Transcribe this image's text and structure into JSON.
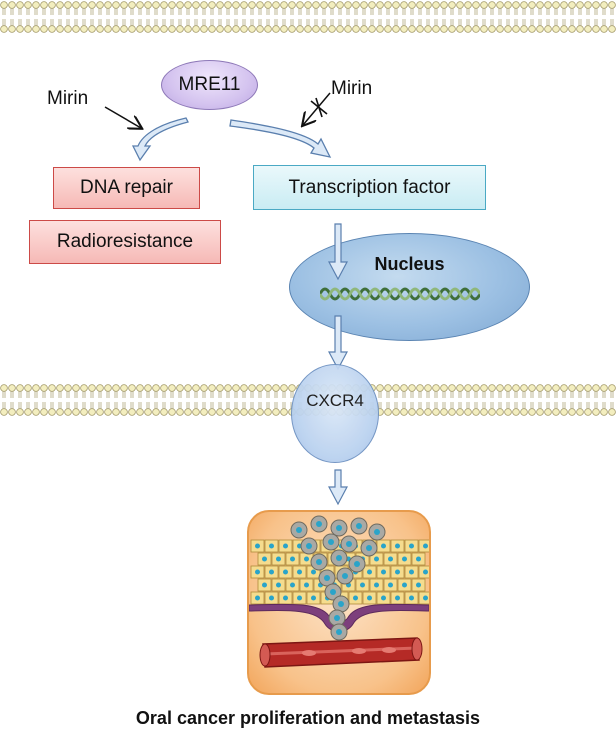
{
  "nodes": {
    "mre11": "MRE11",
    "dna_repair": "DNA repair",
    "radioresistance": "Radioresistance",
    "transcription_factor": "Transcription factor",
    "nucleus": "Nucleus",
    "cxcr4": "CXCR4"
  },
  "inhibitors": {
    "left": "Mirin",
    "right": "Mirin"
  },
  "caption": "Oral cancer proliferation and metastasis",
  "colors": {
    "mre11_fill": "#d4c3ef",
    "repair_fill": "#f6b9b6",
    "repair_border": "#cc4a47",
    "transcription_fill": "#c9ecf3",
    "transcription_border": "#4aa9c4",
    "nucleus_fill": "#9cc0e3",
    "arrow_fill": "#dce9f7",
    "arrow_stroke": "#5a7fae",
    "membrane_head": "#f3eebf",
    "tissue_fill": "#f8c28a"
  },
  "icons": [
    "lipid-bilayer-icon",
    "dna-helix-icon",
    "inhibition-cross-icon",
    "tumor-invasion-illustration"
  ]
}
